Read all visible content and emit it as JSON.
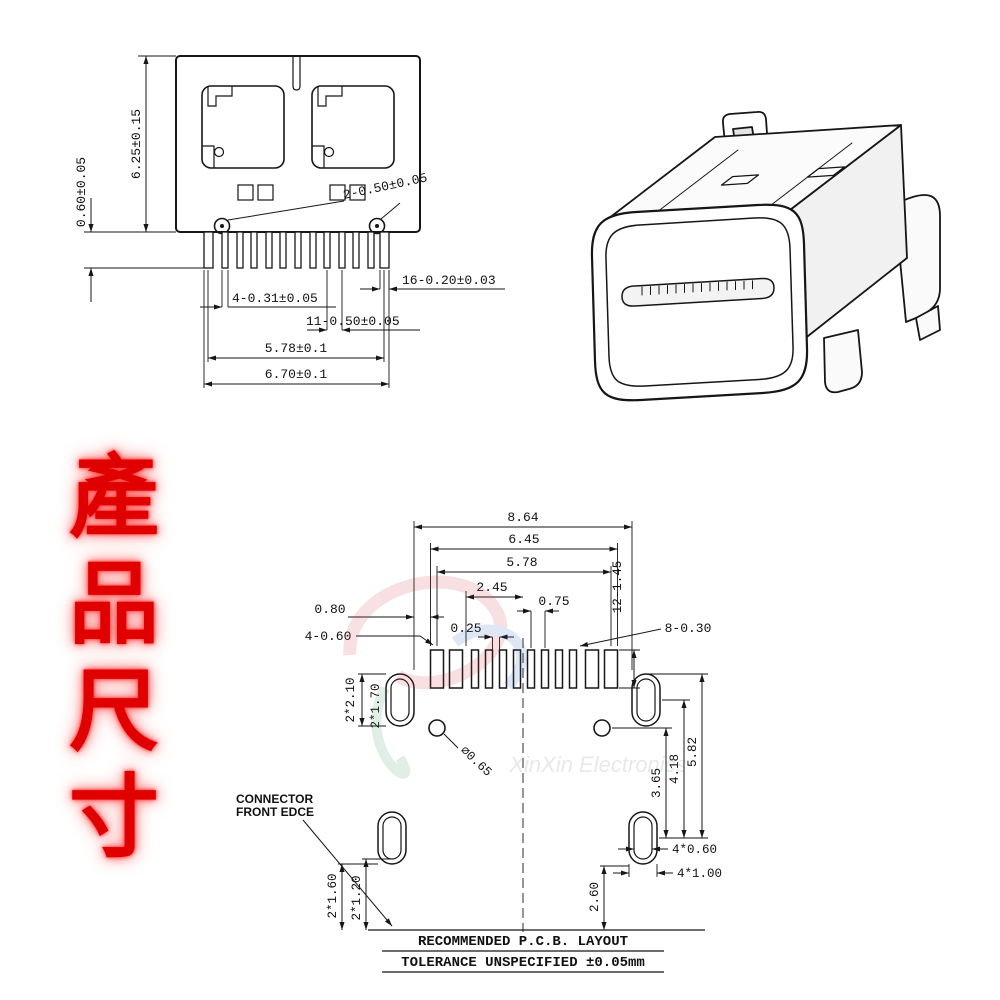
{
  "title": {
    "chars": [
      "產",
      "品",
      "尺",
      "寸"
    ]
  },
  "front_view": {
    "dim_height": "6.25±0.15",
    "dim_standoff": "0.60±0.05",
    "dim_holes": "2-0.50±0.05",
    "dim_pin_width_4": "4-0.31±0.05",
    "dim_pin_width_16": "16-0.20±0.03",
    "dim_pin_pitch_11": "11-0.50±0.05",
    "dim_pin_span": "5.78±0.1",
    "dim_overall_span": "6.70±0.1"
  },
  "pcb_layout": {
    "dim_8_64": "8.64",
    "dim_6_45": "6.45",
    "dim_5_78": "5.78",
    "dim_2_45": "2.45",
    "dim_0_75": "0.75",
    "dim_0_25": "0.25",
    "dim_0_80": "0.80",
    "dim_pads_wide": "4-0.60",
    "dim_pads_narrow": "8-0.30",
    "dim_pad_length": "12-1.45",
    "dim_slot_length": "2*2.10",
    "dim_slot_inner": "2*1.70",
    "dim_hole_dia": "⌀0.65",
    "dim_3_65": "3.65",
    "dim_4_18": "4.18",
    "dim_5_82": "5.82",
    "dim_2_60": "2.60",
    "dim_bottom_slot_a": "2*1.60",
    "dim_bottom_slot_b": "2*1.20",
    "dim_bottom_pad_a": "4*0.60",
    "dim_bottom_pad_b": "4*1.00",
    "label_front_edge_line1": "CONNECTOR",
    "label_front_edge_line2": "FRONT EDCE"
  },
  "footer": {
    "line1": "RECOMMENDED P.C.B. LAYOUT",
    "line2": "TOLERANCE UNSPECIFIED ±0.05mm"
  },
  "watermark": {
    "text": "XinXin Electronics"
  },
  "colors": {
    "line": "#161616",
    "title_red": "#e00000"
  }
}
